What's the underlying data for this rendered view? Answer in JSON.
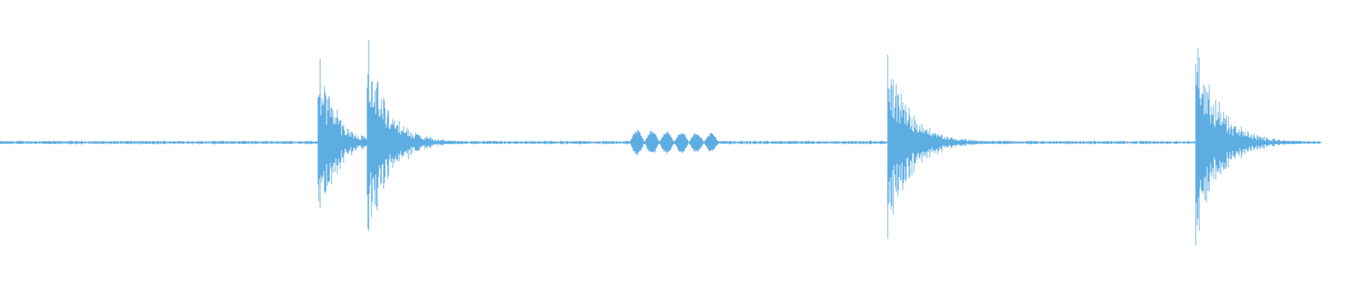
{
  "waveform": {
    "color": "#5dade2",
    "background": "#ffffff",
    "duration_fraction_visible": 0.965,
    "events": [
      {
        "name": "impulse-1",
        "start": 0.232,
        "peak": 0.94,
        "decay": 0.035
      },
      {
        "name": "impulse-2",
        "start": 0.268,
        "peak": 0.96,
        "decay": 0.045
      },
      {
        "name": "tonal-burst",
        "start": 0.46,
        "peak": 0.11,
        "decay": 0.065,
        "pulses": 6
      },
      {
        "name": "impulse-3",
        "start": 0.648,
        "peak": 0.86,
        "decay": 0.05
      },
      {
        "name": "impulse-4",
        "start": 0.873,
        "peak": 0.96,
        "decay": 0.05
      }
    ],
    "noise_floor": 0.012
  }
}
